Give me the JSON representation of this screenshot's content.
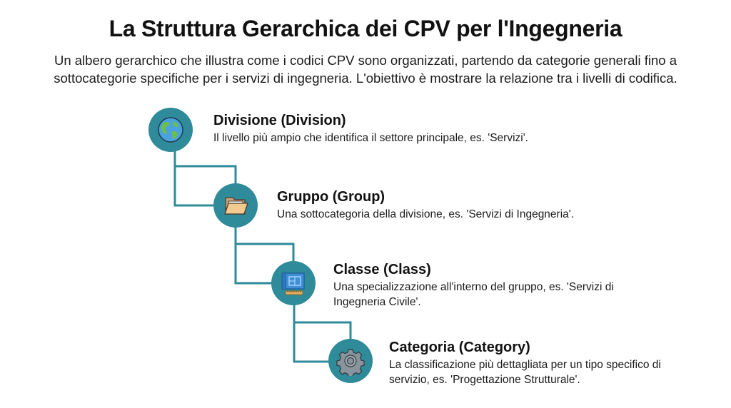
{
  "header": {
    "title": "La Struttura Gerarchica dei CPV per l'Ingegneria",
    "subtitle": "Un albero gerarchico che illustra come i codici CPV sono organizzati, partendo da categorie generali fino a sottocategorie specifiche per i servizi di ingegneria. L'obiettivo è mostrare la relazione tra i livelli di codifica."
  },
  "colors": {
    "node": "#2f8a99",
    "connector": "#2f8a99"
  },
  "levels": [
    {
      "icon": "globe-icon",
      "title": "Divisione (Division)",
      "description": "Il livello più ampio che identifica il settore principale, es. 'Servizi'."
    },
    {
      "icon": "folder-icon",
      "title": "Gruppo (Group)",
      "description": "Una sottocategoria della divisione, es. 'Servizi di Ingegneria'."
    },
    {
      "icon": "blueprint-icon",
      "title": "Classe (Class)",
      "description": "Una specializzazione all'interno del gruppo, es. 'Servizi di Ingegneria Civile'."
    },
    {
      "icon": "gear-icon",
      "title": "Categoria (Category)",
      "description": "La classificazione più dettagliata per un tipo specifico di servizio, es. 'Progettazione Strutturale'."
    }
  ]
}
